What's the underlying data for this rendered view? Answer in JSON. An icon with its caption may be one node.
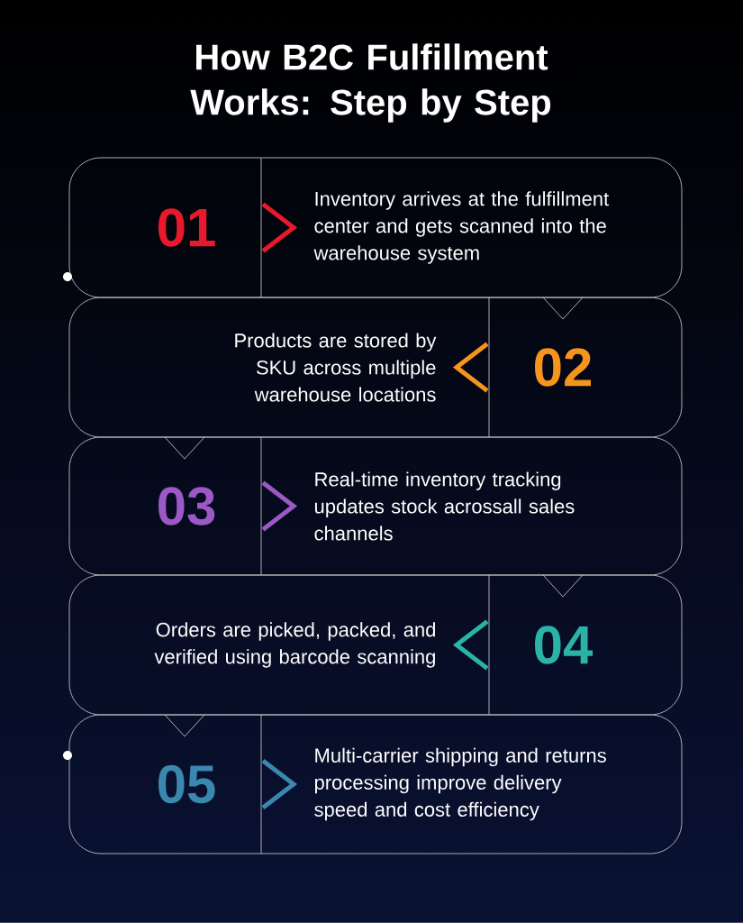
{
  "diagram": {
    "title": "How B2C Fulfillment Works: Step by Step",
    "nodes": [
      {
        "text": [
          "01",
          "Inventory arrives at the fulfillment center and gets scanned into the warehouse system"
        ]
      },
      {
        "text": [
          "Products are stored by SKU across multiple warehouse locations",
          "02"
        ]
      },
      {
        "text": [
          "03",
          "Real-time inventory tracking updates stock acrossall sales channels"
        ]
      },
      {
        "text": [
          "Orders are picked, packed, and verified using barcode scanning",
          "04"
        ]
      },
      {
        "text": [
          "05",
          "Multi-carrier shipping and returns processing improve delivery speed and cost efficiency"
        ]
      }
    ]
  }
}
